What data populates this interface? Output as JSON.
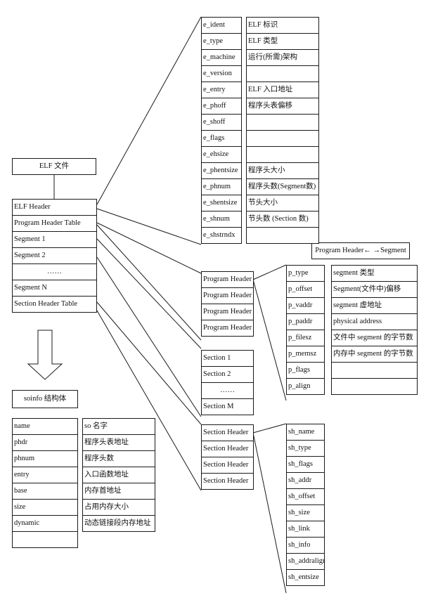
{
  "elf_file": {
    "title": "ELF 文件"
  },
  "elf_layout": {
    "items": [
      "ELF Header",
      "Program Header Table",
      "Segment 1",
      "Segment 2",
      "……",
      "Segment N",
      "Section Header Table"
    ]
  },
  "elf_header_fields": {
    "items": [
      "e_ident",
      "e_type",
      "e_machine",
      "e_version",
      "e_entry",
      "e_phoff",
      "e_shoff",
      "e_flags",
      "e_ehsize",
      "e_phentsize",
      "e_phnum",
      "e_shentsize",
      "e_shnum",
      "e_shstrndx"
    ]
  },
  "elf_header_descriptions": {
    "items": [
      "ELF 标识",
      "ELF 类型",
      "运行(所需)架构",
      "",
      "ELF 入口地址",
      "程序头表偏移",
      "",
      "",
      "",
      "程序头大小",
      "程序头数(Segment数)",
      "节头大小",
      "节头数    (Section 数)",
      ""
    ]
  },
  "program_header_table": {
    "items": [
      "Program Header",
      "Program Header",
      "Program Header",
      "Program Header"
    ]
  },
  "mapping_note": {
    "label": "Program Header← →Segment"
  },
  "program_header_fields": {
    "items": [
      "p_type",
      "p_offset",
      "p_vaddr",
      "p_paddr",
      "p_filesz",
      "p_memsz",
      "p_flags",
      "p_align"
    ]
  },
  "program_header_descriptions": {
    "items": [
      "segment 类型",
      "Segment(文件中)偏移",
      "segment 虚地址",
      "physical address",
      "文件中 segment 的字节数",
      "内存中 segment 的字节数",
      "",
      ""
    ]
  },
  "sections": {
    "items": [
      "Section 1",
      "Section 2",
      "……",
      "Section M"
    ]
  },
  "section_header_table": {
    "items": [
      "Section Header",
      "Section Header",
      "Section Header",
      "Section Header"
    ]
  },
  "section_header_fields": {
    "items": [
      "sh_name",
      "sh_type",
      "sh_flags",
      "sh_addr",
      "sh_offset",
      "sh_size",
      "sh_link",
      "sh_info",
      "sh_addralign",
      "sh_entsize"
    ]
  },
  "soinfo": {
    "title": "soinfo 结构体",
    "fields": [
      "name",
      "phdr",
      "phnum",
      "entry",
      "base",
      "size",
      "dynamic",
      ""
    ],
    "descriptions": [
      "so 名字",
      "程序头表地址",
      "程序头数",
      "入口函数地址",
      "内存首地址",
      "占用内存大小",
      "动态链接段内存地址"
    ]
  },
  "colors": {
    "line": "#1a1a1a",
    "background": "#ffffff",
    "text": "#111111"
  }
}
